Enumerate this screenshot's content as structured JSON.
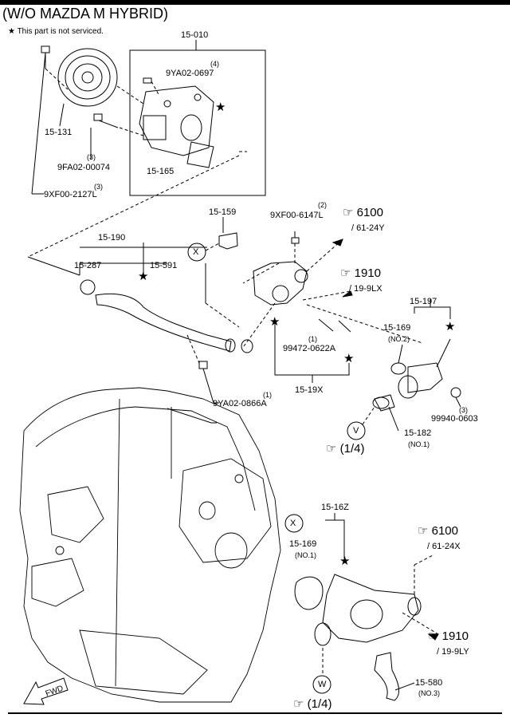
{
  "header": {
    "title": "(W/O MAZDA  M HYBRID)",
    "legend_text": "This part is not serviced."
  },
  "parts": {
    "p15_010": "15-010",
    "p9ya02_0697": "9YA02-0697",
    "q4": "(4)",
    "p15_131": "15-131",
    "p9fa02_00074": "9FA02-00074",
    "q3a": "(3)",
    "p15_165": "15-165",
    "p9xf00_2127l": "9XF00-2127L",
    "q3b": "(3)",
    "p15_159": "15-159",
    "p9xf00_6147l": "9XF00-6147L",
    "q2": "(2)",
    "ref6100a": "6100",
    "ref6100a_sub": "/ 61-24Y",
    "p15_190": "15-190",
    "p15_287": "15-287",
    "p15_591": "15-591",
    "ref1910a": "1910",
    "ref1910a_sub": "/ 19-9LX",
    "p15_197": "15-197",
    "p15_169a": "15-169",
    "p15_169a_sub": "(NO.2)",
    "p99472": "99472-0622A",
    "q1a": "(1)",
    "p15_19x": "15-19X",
    "p9ya02_0866a": "9YA02-0866A",
    "q1b": "(1)",
    "p99940": "99940-0603",
    "q3c": "(3)",
    "p15_182": "15-182",
    "p15_182_sub": "(NO.1)",
    "ref14a": "(1/4)",
    "p15_16z": "15-16Z",
    "ref6100b": "6100",
    "ref6100b_sub": "/ 61-24X",
    "p15_169b": "15-169",
    "p15_169b_sub": "(NO.1)",
    "ref1910b": "1910",
    "ref1910b_sub": "/ 19-9LY",
    "p15_580": "15-580",
    "p15_580_sub": "(NO.3)",
    "ref14b": "(1/4)"
  },
  "markers": {
    "x": "X",
    "v": "V",
    "w": "W",
    "fwd": "FWD"
  }
}
